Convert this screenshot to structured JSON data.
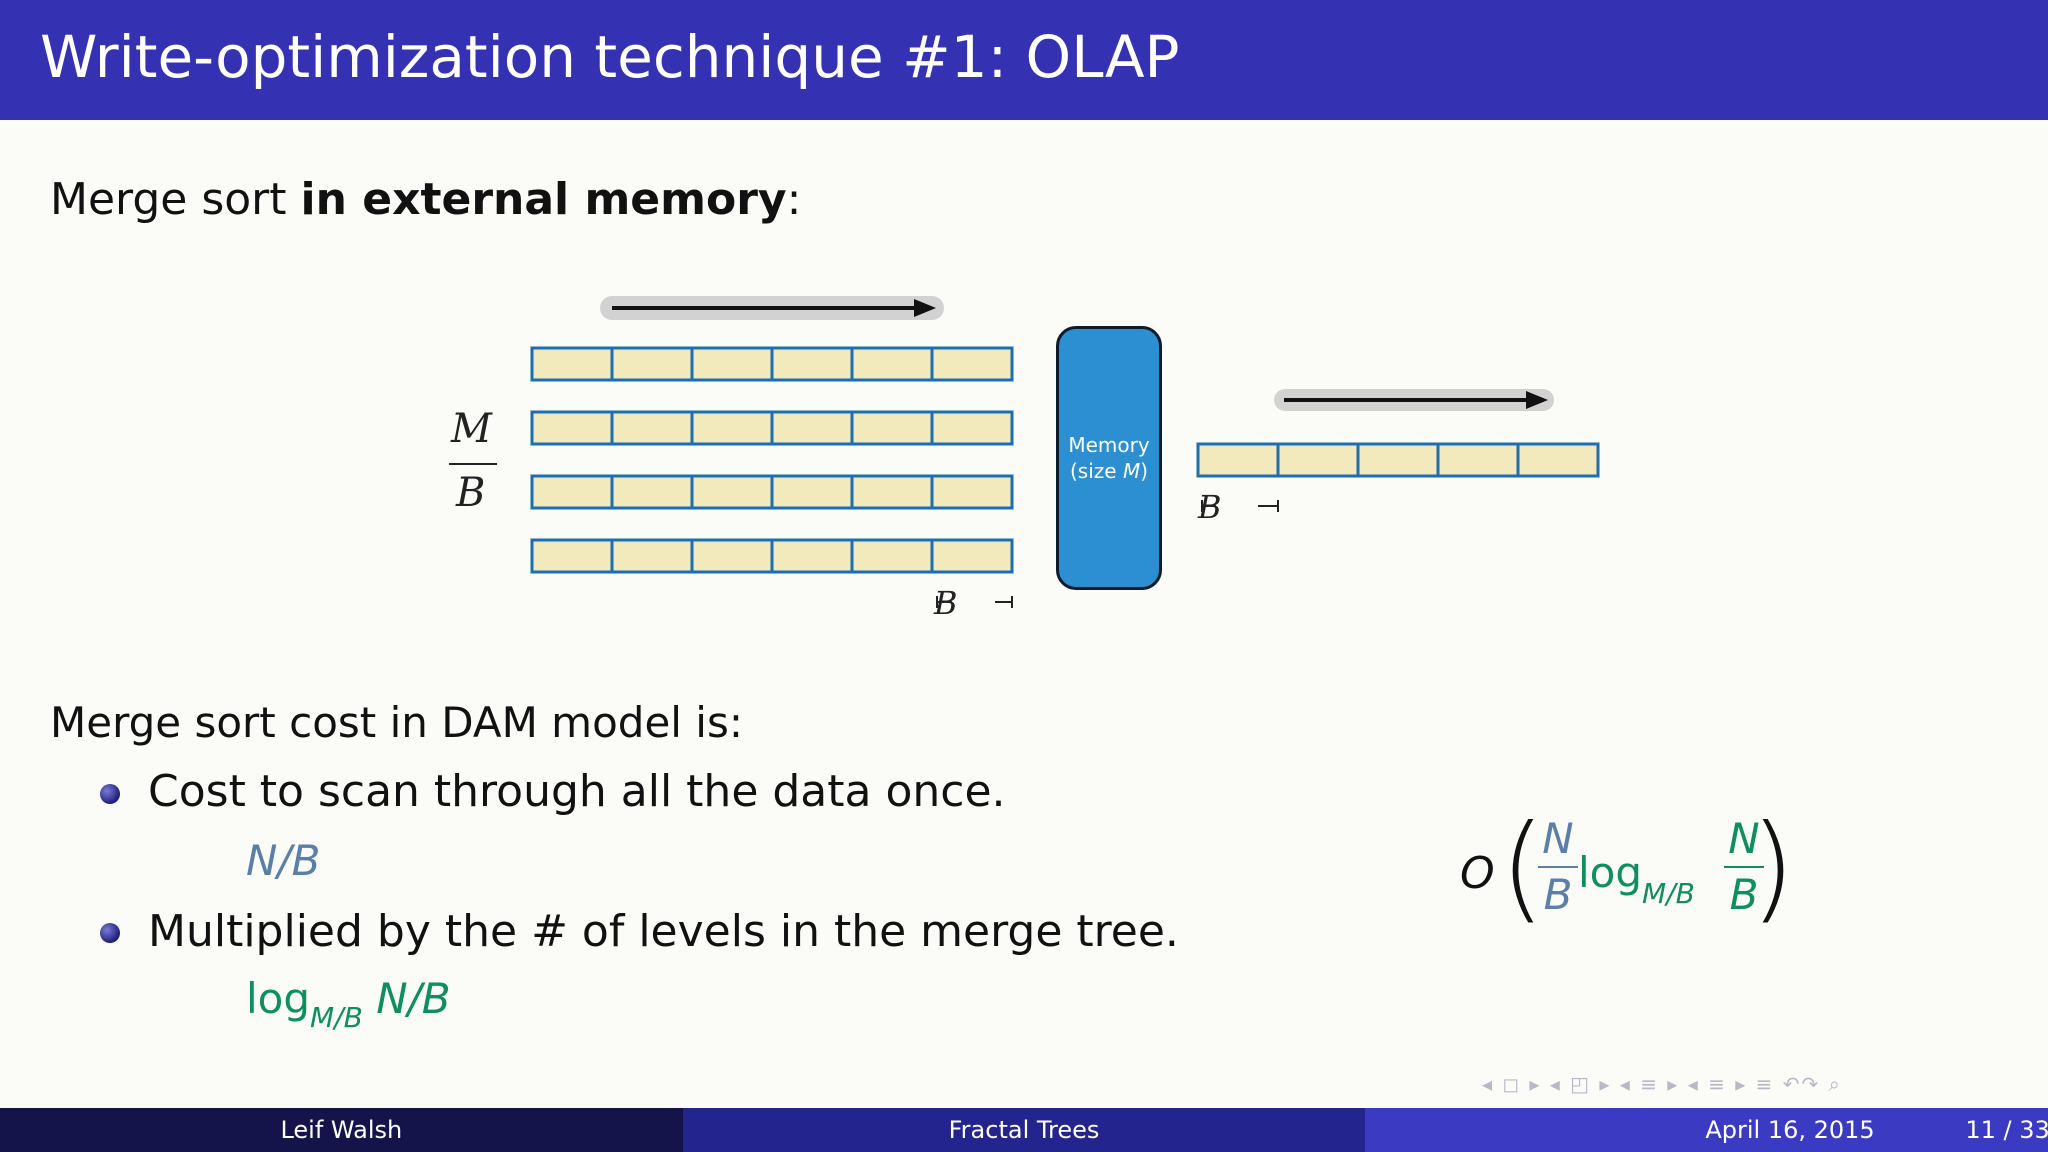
{
  "slide": {
    "title": "Write-optimization technique #1: OLAP",
    "heading_prefix": "Merge sort ",
    "heading_bold": "in external memory",
    "heading_suffix": ":"
  },
  "diagram": {
    "m_label": "M",
    "b_label": "B",
    "memory_label_line1": "Memory",
    "memory_label_line2_prefix": "(size ",
    "memory_label_line2_var": "M",
    "memory_label_line2_suffix": ")",
    "block_label": "B",
    "input_run_count": 4,
    "blocks_per_input_run": 6,
    "blocks_in_output_run": 5
  },
  "cost": {
    "section_title": "Merge sort cost in DAM model is:",
    "bullets": [
      {
        "text": "Cost to scan through all the data once.",
        "formula": "N/B"
      },
      {
        "text": "Multiplied by the # of levels in the merge tree.",
        "formula_log": "log",
        "formula_sub": "M/B",
        "formula_tail": " N/B"
      }
    ]
  },
  "formula": {
    "big_o": "O",
    "frac_num": "N",
    "frac_den": "B",
    "log": "log",
    "log_sub": "M/B",
    "frac2_num": "N",
    "frac2_den": "B"
  },
  "nav_symbols": "◂ ◻ ▸ ◂ ◰ ▸ ◂ ≡ ▸ ◂ ≡ ▸  ≡  ↶↷ ⌕",
  "footer": {
    "author": "Leif Walsh",
    "talk_title": "Fractal Trees",
    "date": "April 16, 2015",
    "page": "11 / 33"
  },
  "colors": {
    "title_bar": "#3432b2",
    "memory_box": "#2b8fd1",
    "block_fill": "#f2e9bc",
    "block_border": "#1e6fb0",
    "formula_blue": "#5a7fa8",
    "formula_green": "#0e8f5e"
  }
}
